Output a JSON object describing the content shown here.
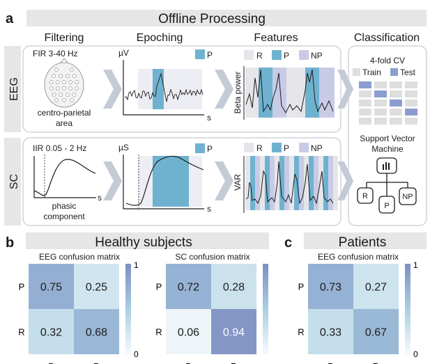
{
  "panel_a": {
    "letter": "a",
    "title": "Offline Processing",
    "columns": {
      "filtering": "Filtering",
      "epoching": "Epoching",
      "features": "Features",
      "classification": "Classification"
    },
    "rows": {
      "eeg": "EEG",
      "sc": "SC"
    },
    "eeg": {
      "filter": "FIR 3-40 Hz",
      "area_line1": "centro-parietal",
      "area_line2": "area",
      "epoch_unit": "µV",
      "epoch_axis": "s",
      "legend_p": "P",
      "feat_legend": {
        "r": "R",
        "p": "P",
        "np": "NP"
      },
      "feat_ylabel": "Beta power"
    },
    "sc": {
      "filter": "IIR 0.05 - 2 Hz",
      "phasic_line1": "phasic",
      "phasic_line2": "component",
      "filter_axis": "s",
      "epoch_unit": "µS",
      "epoch_axis": "s",
      "legend_p": "P",
      "feat_legend": {
        "r": "R",
        "p": "P",
        "np": "NP"
      },
      "feat_ylabel": "VAR"
    },
    "classification": {
      "cv": "4-fold CV",
      "train": "Train",
      "test": "Test",
      "svm_line1": "Support Vector",
      "svm_line2": "Machine",
      "node_r": "R",
      "node_p": "P",
      "node_np": "NP"
    }
  },
  "panel_b": {
    "letter": "b",
    "title": "Healthy subjects",
    "eeg_cm_title": "EEG confusion matrix",
    "sc_cm_title": "SC confusion matrix"
  },
  "panel_c": {
    "letter": "c",
    "title": "Patients",
    "eeg_cm_title": "EEG confusion matrix"
  },
  "colors": {
    "p_blue": "#6fb2cf",
    "np_lavender": "#c9cbe6",
    "r_gray": "#e6e6ea",
    "header_gray": "#e6e6e6",
    "arrow_gray": "#c5cbd6",
    "test_blue": "#8b9dd0"
  },
  "chart_data": [
    {
      "type": "heatmap",
      "title": "EEG confusion matrix",
      "group": "Healthy subjects",
      "rows": [
        "P",
        "R"
      ],
      "cols": [
        "P",
        "R"
      ],
      "values": [
        [
          0.75,
          0.25
        ],
        [
          0.32,
          0.68
        ]
      ],
      "colorbar": {
        "min": 0,
        "max": 1,
        "min_label": "0",
        "max_label": "1"
      }
    },
    {
      "type": "heatmap",
      "title": "SC confusion matrix",
      "group": "Healthy subjects",
      "rows": [
        "P",
        "R"
      ],
      "cols": [
        "P",
        "R"
      ],
      "values": [
        [
          0.72,
          0.28
        ],
        [
          0.06,
          0.94
        ]
      ],
      "colorbar": {
        "min": 0,
        "max": 1
      }
    },
    {
      "type": "heatmap",
      "title": "EEG confusion matrix",
      "group": "Patients",
      "rows": [
        "P",
        "R"
      ],
      "cols": [
        "P",
        "R"
      ],
      "values": [
        [
          0.73,
          0.27
        ],
        [
          0.33,
          0.67
        ]
      ],
      "colorbar": {
        "min": 0,
        "max": 1,
        "min_label": "0",
        "max_label": "1"
      }
    }
  ]
}
